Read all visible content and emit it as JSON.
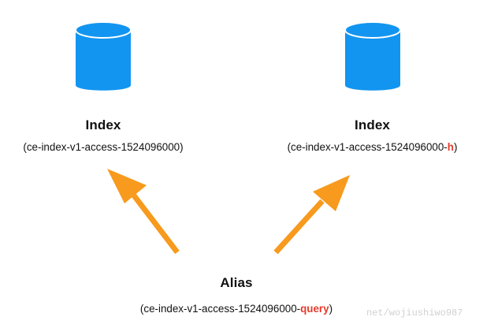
{
  "diagram": {
    "index_left": {
      "title": "Index",
      "name_prefix": "(ce-index-v1-access-1524096000",
      "name_suffix": "",
      "name_close": ")"
    },
    "index_right": {
      "title": "Index",
      "name_prefix": "(ce-index-v1-access-1524096000-",
      "name_suffix": "h",
      "name_close": ")"
    },
    "alias": {
      "title": "Alias",
      "name_prefix": "(ce-index-v1-access-1524096000-",
      "name_suffix": "query",
      "name_close": ")"
    },
    "watermark": "net/wojiushiwo987",
    "colors": {
      "database": "#1295f0",
      "database_outline": "#ffffff",
      "arrow": "#f79a1d",
      "suffix": "#e53b2c",
      "text": "#111111"
    },
    "icons": {
      "index_left": "database-icon",
      "index_right": "database-icon",
      "arrow_left": "arrow-up-left",
      "arrow_right": "arrow-up-right"
    }
  }
}
